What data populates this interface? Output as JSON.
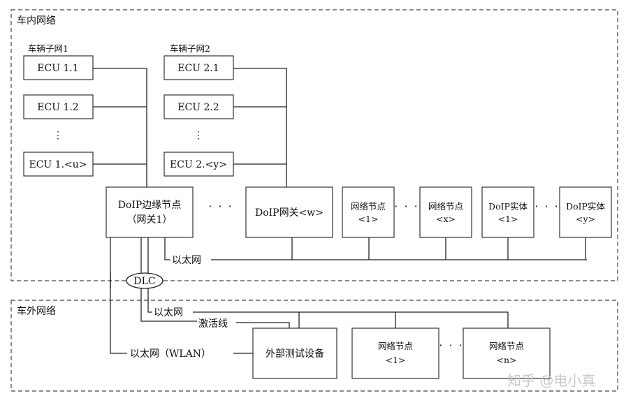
{
  "zones": {
    "in_vehicle": "车内网络",
    "out_vehicle": "车外网络"
  },
  "subnets": {
    "subnet1": "车辆子网1",
    "subnet2": "车辆子网2"
  },
  "ecus": {
    "e11": "ECU 1.1",
    "e12": "ECU 1.2",
    "e1u": "ECU 1.<u>",
    "e21": "ECU 2.1",
    "e22": "ECU 2.2",
    "e2y": "ECU 2.<y>"
  },
  "nodes": {
    "edge_line1": "DoIP边缘节点",
    "edge_line2": "（网关1）",
    "gateway_w": "DoIP网关<w>",
    "net1_line1": "网络节点",
    "net1_line2": "<1>",
    "netx_line1": "网络节点",
    "netx_line2": "<x>",
    "ent1_line1": "DoIP实体",
    "ent1_line2": "<1>",
    "enty_line1": "DoIP实体",
    "enty_line2": "<y>",
    "tester": "外部测试设备",
    "ext1_line1": "网络节点",
    "ext1_line2": "<1>",
    "extn_line1": "网络节点",
    "extn_line2": "<n>"
  },
  "connections": {
    "ethernet_in": "以太网",
    "dlc": "DLC",
    "ethernet_out": "以太网",
    "activation": "激活线",
    "ethernet_wlan": "以太网（WLAN）"
  },
  "ellipsis": {
    "vertical": "⋮",
    "horizontal": "· · ·"
  },
  "watermark": "知乎 @电小真"
}
